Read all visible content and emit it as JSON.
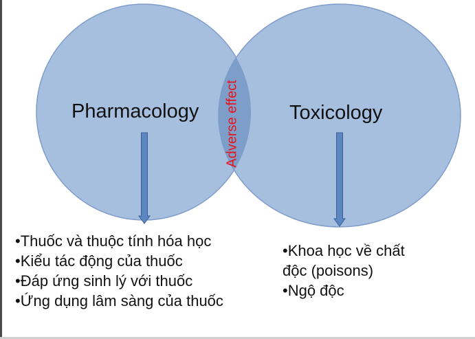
{
  "colors": {
    "circle_fill": "#a7bfdf",
    "circle_border": "#7f9ccb",
    "overlap_fill": "#7d9ec9",
    "arrow_fill": "#5b86c2",
    "arrow_border": "#3d5f90",
    "adverse_text": "#e8141a"
  },
  "venn": {
    "left_label": "Pharmacology",
    "right_label": "Toxicology",
    "overlap_label": "Adverse effect"
  },
  "pharmacology_list": [
    "•Thuốc và thuộc tính hóa học",
    "•Kiểu tác động của thuốc",
    "•Đáp ứng sinh lý với thuốc",
    "•Ứng dụng lâm sàng của thuốc"
  ],
  "toxicology_list": [
    "•Khoa học về chất",
    "độc (poisons)",
    "•Ngộ độc"
  ]
}
